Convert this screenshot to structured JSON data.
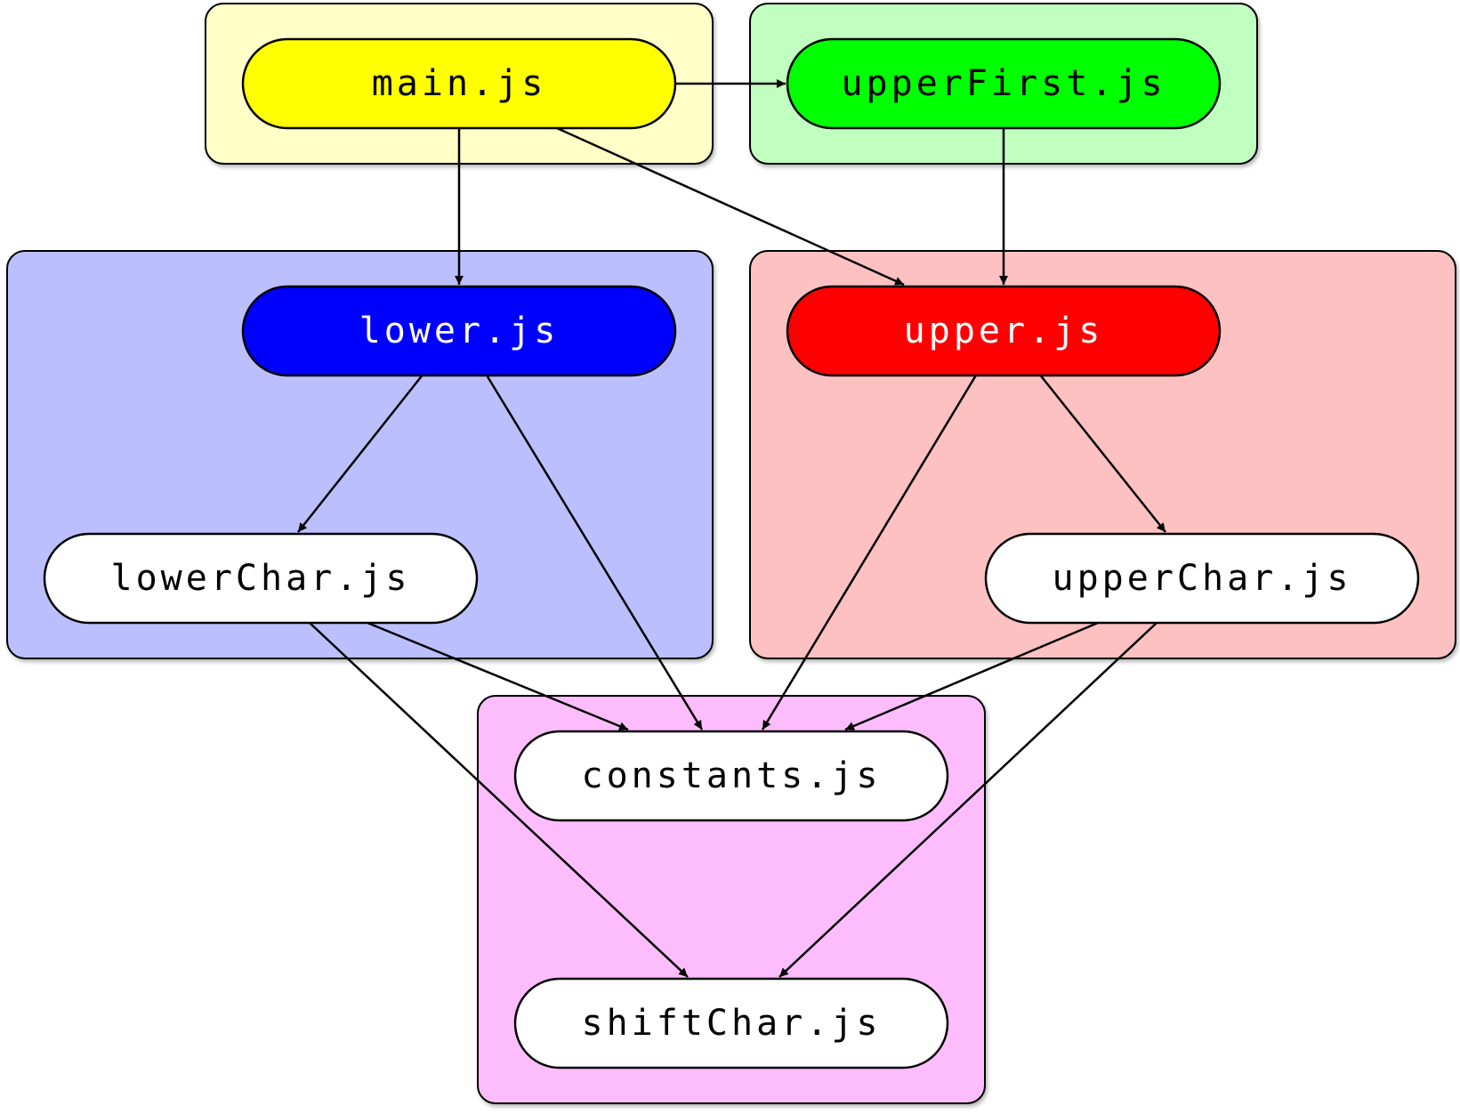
{
  "colors": {
    "edge": "#000000",
    "cluster_main": "#ffffc8",
    "cluster_upperFirst": "#c0ffc0",
    "cluster_lower": "#bcbffd",
    "cluster_upper": "#fec1c1",
    "cluster_shared": "#fdbdfd",
    "node_main": "#ffff00",
    "node_upperFirst": "#00ff00",
    "node_lower": "#0000ff",
    "node_upper": "#ff0000",
    "node_plain": "#ffffff"
  },
  "nodes": {
    "main": {
      "label": "main.js",
      "fill": "#ffff00",
      "text_color": "#000000"
    },
    "upperFirst": {
      "label": "upperFirst.js",
      "fill": "#00ff00",
      "text_color": "#000000"
    },
    "lower": {
      "label": "lower.js",
      "fill": "#0000ff",
      "text_color": "#ffffff"
    },
    "upper": {
      "label": "upper.js",
      "fill": "#ff0000",
      "text_color": "#ffffff"
    },
    "lowerChar": {
      "label": "lowerChar.js",
      "fill": "#ffffff",
      "text_color": "#000000"
    },
    "upperChar": {
      "label": "upperChar.js",
      "fill": "#ffffff",
      "text_color": "#000000"
    },
    "constants": {
      "label": "constants.js",
      "fill": "#ffffff",
      "text_color": "#000000"
    },
    "shiftChar": {
      "label": "shiftChar.js",
      "fill": "#ffffff",
      "text_color": "#000000"
    }
  },
  "edges": [
    {
      "from": "main",
      "to": "upperFirst"
    },
    {
      "from": "main",
      "to": "lower"
    },
    {
      "from": "main",
      "to": "upper"
    },
    {
      "from": "upperFirst",
      "to": "upper"
    },
    {
      "from": "lower",
      "to": "lowerChar"
    },
    {
      "from": "lower",
      "to": "constants"
    },
    {
      "from": "upper",
      "to": "upperChar"
    },
    {
      "from": "upper",
      "to": "constants"
    },
    {
      "from": "lowerChar",
      "to": "constants"
    },
    {
      "from": "lowerChar",
      "to": "shiftChar"
    },
    {
      "from": "upperChar",
      "to": "constants"
    },
    {
      "from": "upperChar",
      "to": "shiftChar"
    }
  ]
}
